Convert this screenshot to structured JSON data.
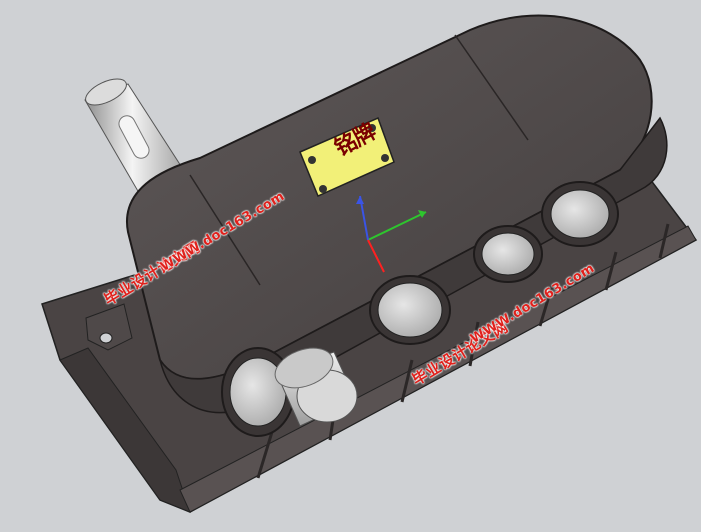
{
  "nameplate": {
    "label": "铭牌",
    "plate_color": "#f2f078"
  },
  "watermarks": [
    {
      "line1": "毕业设计论文网",
      "line2": "WWW.doc163.com"
    },
    {
      "line1": "毕业设计论文网",
      "line2": "WWW.doc163.com"
    }
  ],
  "colors": {
    "background": "#cfd1d4",
    "housing": "#514b4b",
    "shaft": "#d8d8d8",
    "watermark": "#e0211c",
    "axis_x": "#ff2020",
    "axis_y": "#2ec52e",
    "axis_z": "#3a54e6"
  }
}
